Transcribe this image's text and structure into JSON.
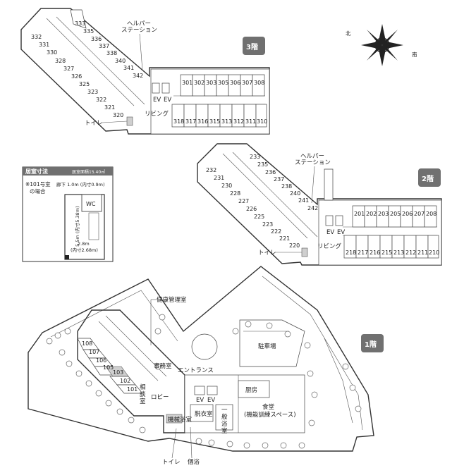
{
  "floors": {
    "f3": {
      "badge": "3階",
      "helper_station": [
        "ヘルパー",
        "ステーション"
      ],
      "ev": [
        "EV",
        "EV"
      ],
      "living": "リビング",
      "toilet": "トイレ",
      "wing_rooms_a": [
        "333",
        "335",
        "336",
        "337",
        "338",
        "340",
        "341",
        "342"
      ],
      "wing_rooms_b": [
        "332",
        "331",
        "330",
        "328",
        "327",
        "326",
        "325",
        "323",
        "322",
        "321",
        "320"
      ],
      "east_top": [
        "301",
        "302",
        "303",
        "305",
        "306",
        "307",
        "308"
      ],
      "east_bottom": [
        "318",
        "317",
        "316",
        "315",
        "313",
        "312",
        "311",
        "310"
      ]
    },
    "f2": {
      "badge": "2階",
      "helper_station": [
        "ヘルパー",
        "ステーション"
      ],
      "ev": [
        "EV",
        "EV"
      ],
      "living": "リビング",
      "toilet": "トイレ",
      "wing_rooms_a": [
        "233",
        "235",
        "236",
        "237",
        "238",
        "240",
        "241",
        "242"
      ],
      "wing_rooms_b": [
        "232",
        "231",
        "230",
        "228",
        "227",
        "226",
        "225",
        "223",
        "222",
        "221",
        "220"
      ],
      "east_top": [
        "201",
        "202",
        "203",
        "205",
        "206",
        "207",
        "208"
      ],
      "east_bottom": [
        "218",
        "217",
        "216",
        "215",
        "213",
        "212",
        "211",
        "210"
      ]
    },
    "f1": {
      "badge": "1階",
      "rooms": [
        "108",
        "107",
        "106",
        "105",
        "103",
        "102",
        "101"
      ],
      "health_room": "健康管理室",
      "office": "事務室",
      "entrance": "エントランス",
      "consult": [
        "相",
        "談",
        "室"
      ],
      "lobby": "ロビー",
      "kitchen": "厨房",
      "dining": [
        "食堂",
        "(機能訓練スペース)"
      ],
      "parking": "駐車場",
      "ev": [
        "EV",
        "EV"
      ],
      "machine_bath": "機械浴室",
      "dressing": "脱衣室",
      "general_bath": [
        "一",
        "般",
        "浴",
        "室"
      ],
      "toilet": "トイレ",
      "bath": "個浴"
    }
  },
  "room_info": {
    "title": "居室寸法",
    "area": "居室面積15.40㎡",
    "note_lines": [
      "※101号室",
      "の場合"
    ],
    "corridor": "廊下 1.0m (内寸0.9m)",
    "wc": "WC",
    "length": "5.5m (内寸5.38m)",
    "width": "2.8m",
    "width_inner": "(内寸2.68m)"
  },
  "compass_labels": [
    "北",
    "南"
  ],
  "colors": {
    "badge_bg": "#707070",
    "hatch": "#cfcfcf"
  }
}
